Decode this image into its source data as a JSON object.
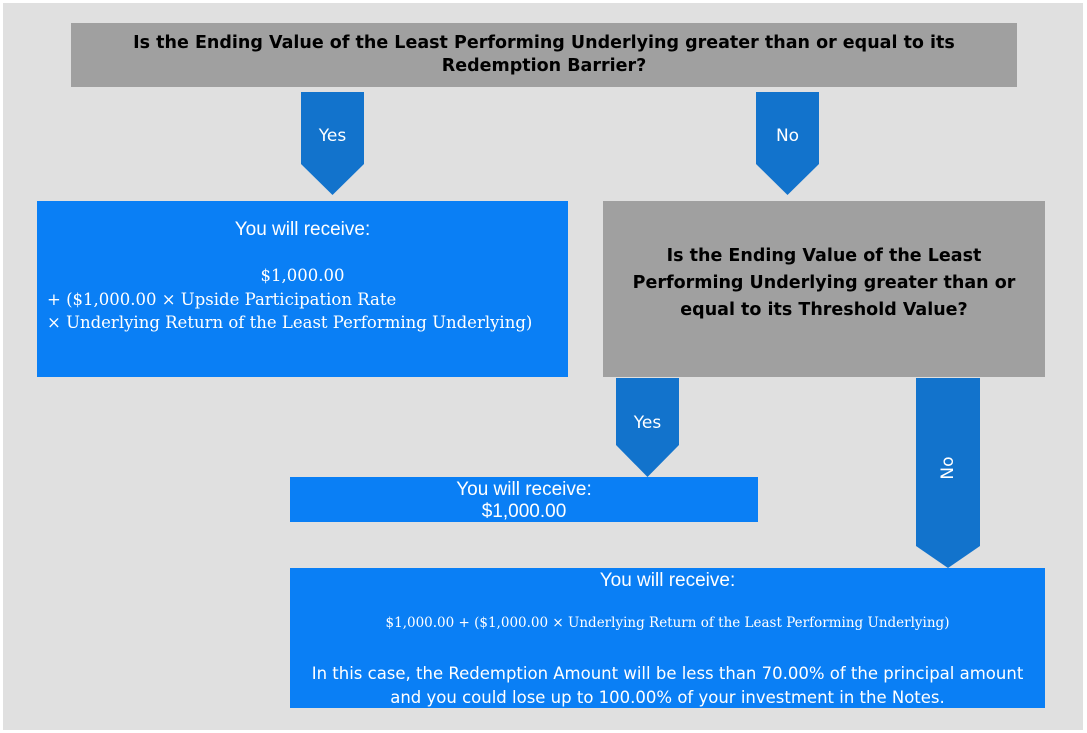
{
  "question1": "Is the Ending Value of the Least Performing Underlying greater than or equal to its Redemption Barrier?",
  "question2": "Is the Ending Value of the Least Performing Underlying greater than or equal to its Threshold Value?",
  "arrows": {
    "yes1": "Yes",
    "no1": "No",
    "yes2": "Yes",
    "no2": "No"
  },
  "result1": {
    "heading": "You will receive:",
    "line1": "$1,000.00",
    "line2": "+ ($1,000.00 × Upside Participation Rate",
    "line3": "× Underlying Return of the Least Performing Underlying)"
  },
  "result2": {
    "heading": "You will receive:",
    "amount": "$1,000.00"
  },
  "result3": {
    "heading": "You will receive:",
    "formula": "$1,000.00 + ($1,000.00 × Underlying Return of the Least Performing Underlying)",
    "note": "In this case, the Redemption Amount will be less than 70.00% of the principal amount and you could lose up to 100.00% of your investment in the Notes."
  },
  "colors": {
    "background": "#e0e0e0",
    "question_box": "#a0a0a0",
    "result_box": "#0a7ff5",
    "arrow": "#1273cc"
  }
}
